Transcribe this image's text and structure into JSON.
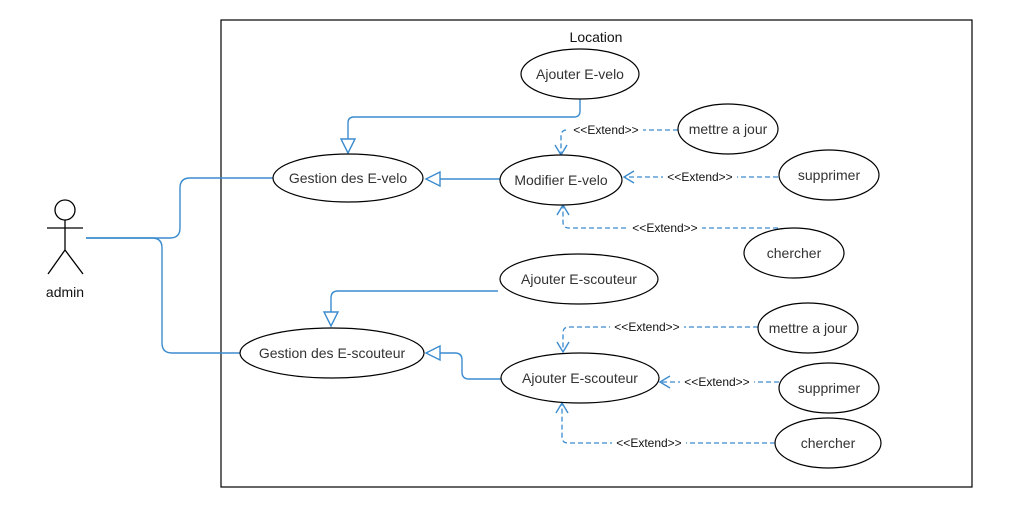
{
  "system": {
    "title": "Location"
  },
  "actor": {
    "name": "admin"
  },
  "use_cases": {
    "ajouter_evelo": "Ajouter E-velo",
    "gestion_evelo": "Gestion des E-velo",
    "modifier_evelo": "Modifier E-velo",
    "maj_1": "mettre a jour",
    "supprimer_1": "supprimer",
    "chercher_1": "chercher",
    "ajouter_escouteur_top": "Ajouter E-scouteur",
    "gestion_escouteur": "Gestion des E-scouteur",
    "ajouter_escouteur": "Ajouter E-scouteur",
    "maj_2": "mettre a jour",
    "supprimer_2": "supprimer",
    "chercher_2": "chercher"
  },
  "relations": {
    "extend_label": "<<Extend>>"
  },
  "colors": {
    "connector": "#3b8ccf",
    "stroke": "#000000"
  }
}
